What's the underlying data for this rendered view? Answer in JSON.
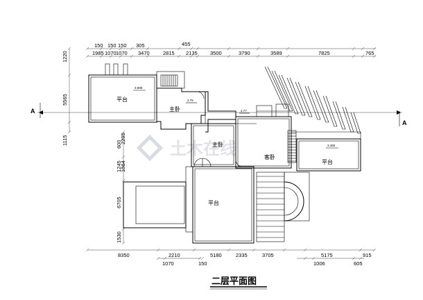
{
  "drawing_title": "二层平面图",
  "watermark": "土木在线",
  "section_marks": [
    "A",
    "A"
  ],
  "rooms": [
    {
      "id": "pt1",
      "name": "平台"
    },
    {
      "id": "ms1",
      "name": "主卧"
    },
    {
      "id": "ms2",
      "name": "主卧"
    },
    {
      "id": "gb",
      "name": "客卧"
    },
    {
      "id": "pt2",
      "name": "平台"
    },
    {
      "id": "pt3",
      "name": "平台"
    }
  ],
  "levels": [
    "3.685",
    "2.75",
    "2.77",
    "3.465"
  ],
  "dims_top_row1": [
    "150",
    "150",
    "150",
    "305",
    "455"
  ],
  "dims_top_row2": [
    "1985",
    "1070",
    "1070",
    "3470",
    "2815",
    "2135",
    "3500",
    "3790",
    "3589",
    "7825",
    "765"
  ],
  "dims_left": [
    "1220",
    "5565",
    "1115",
    "600",
    "2295",
    "1245",
    "1064",
    "6705",
    "1530"
  ],
  "dims_bottom": [
    "8350",
    "2210",
    "5180",
    "2335",
    "3705",
    "5175",
    "915"
  ],
  "dims_bottom_sub": [
    "1070",
    "150",
    "1006",
    "605"
  ]
}
